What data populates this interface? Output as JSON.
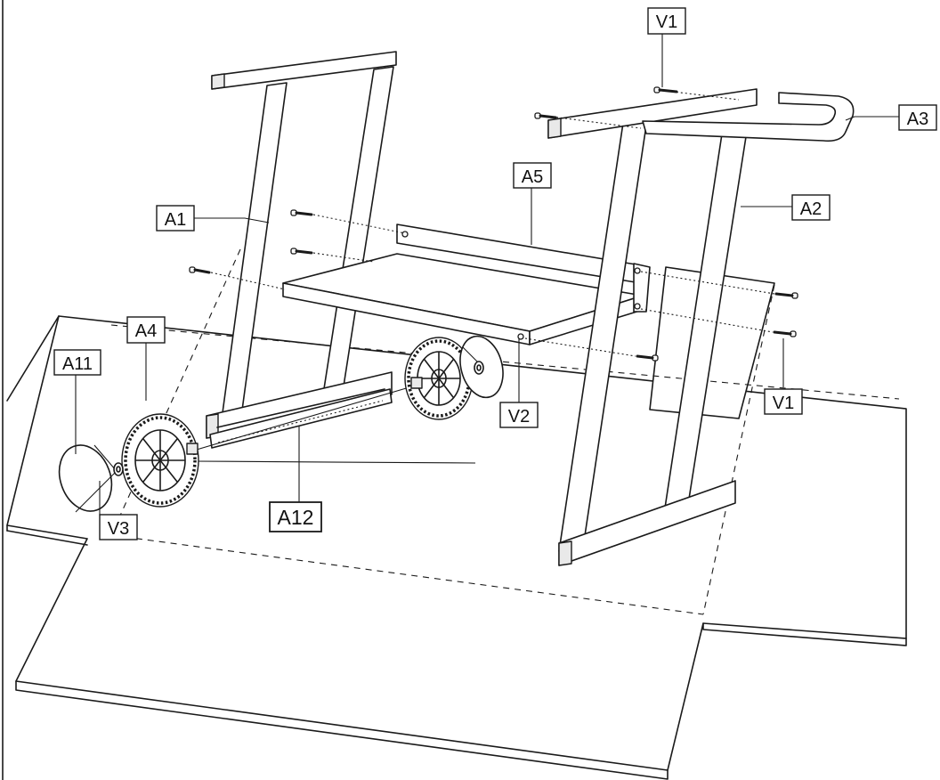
{
  "diagram": {
    "labels": {
      "v1_top": "V1",
      "a3": "A3",
      "a5": "A5",
      "a2": "A2",
      "a1": "A1",
      "a4": "A4",
      "a11": "A11",
      "v2": "V2",
      "v1_right": "V1",
      "a12": "A12",
      "v3": "V3"
    }
  }
}
